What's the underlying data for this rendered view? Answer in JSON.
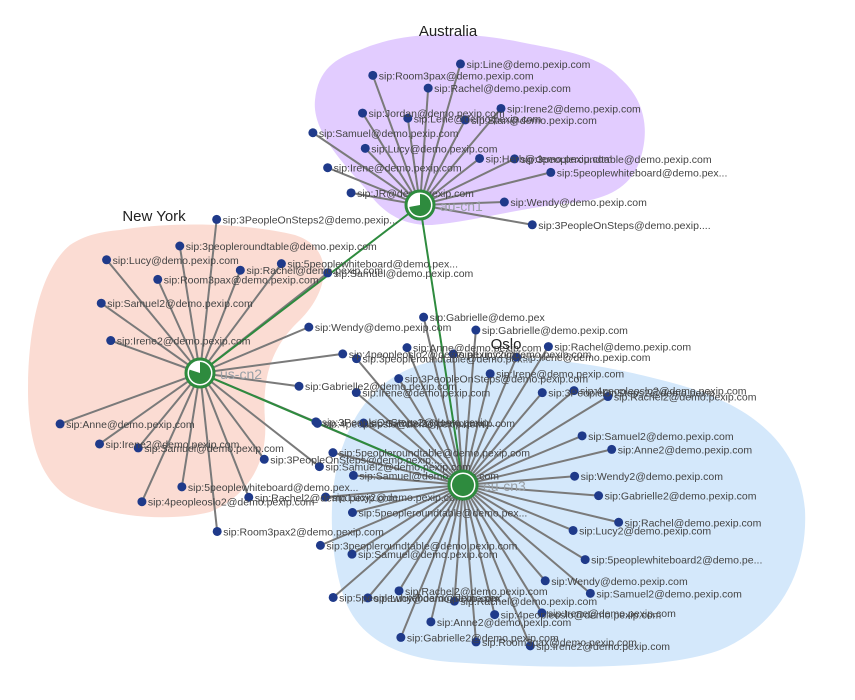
{
  "colors": {
    "leaf": "#1f3a8a",
    "edge": "#7a7a7a",
    "link": "#2e8b3e",
    "node_fill": "#2e8b3e",
    "australia_region": "#e2ccff",
    "newyork_region": "#fbdcd3",
    "oslo_region": "#d4e8fb"
  },
  "regions": [
    {
      "key": "australia",
      "title": "Australia",
      "node_label": "au-cn1",
      "leaves": [
        "sip:JR@demo.pexip.com",
        "sip:Irene@demo.pexip.com",
        "sip:Samuel@demo.pexip.com",
        "sip:Lucy@demo.pexip.com",
        "sip:Jordan@demo.pexip.com",
        "sip:Room3pax@demo.pexip.com",
        "sip:Lene@demo.pexip.com",
        "sip:Rachel@demo.pexip.com",
        "sip:Line@demo.pexip.com",
        "sip:Stan@demo.pexip.com",
        "sip:Irene2@demo.pexip.com",
        "sip:Herb@demo.pexip.com",
        "sip:3peopleroundtable@demo.pexip.com",
        "sip:5peoplewhiteboard@demo.pex...",
        "sip:Wendy@demo.pexip.com",
        "sip:3PeopleOnSteps@demo.pexip...."
      ]
    },
    {
      "key": "newyork",
      "title": "New York",
      "node_label": "us-cn2",
      "leaves": [
        "sip:Irene2@demo.pexip.com",
        "sip:Samuel2@demo.pexip.com",
        "sip:Lucy@demo.pexip.com",
        "sip:Room3pax@demo.pexip.com",
        "sip:3peopleroundtable@demo.pexip.com",
        "sip:3PeopleOnSteps2@demo.pexip...",
        "sip:Rachel@demo.pexip.com",
        "sip:5peoplewhiteboard@demo.pex...",
        "sip:Samuel@demo.pexip.com",
        "sip:Wendy@demo.pexip.com",
        "sip:4peopleoslo2@demo.pexip.com",
        "sip:Gabrielle2@demo.pexip.com",
        "sip:3PeopleOnSteps2@demo.pexip...",
        "sip:Samuel2@demo.pexip.com",
        "sip:3PeopleOnSteps@demo.pexip...",
        "sip:Rachel2@demo.pexip.com",
        "sip:Room3pax2@demo.pexip.com",
        "sip:5peoplewhiteboard@demo.pex...",
        "sip:4peopleoslo2@demo.pexip.com",
        "sip:Samuel@demo.pexip.com",
        "sip:Irene2@demo.pexip.com",
        "sip:Anne@demo.pexip.com"
      ]
    },
    {
      "key": "oslo",
      "title": "Oslo",
      "node_label": "eu-cn3",
      "leaves": [
        "sip:Samuel@demo.pexip.com",
        "sip:5peopleroundtable@demo.pexip.com",
        "sip:4peopleoslo@demo.pexip.com",
        "sip:Samuel2@demo.pexip.com",
        "sip:Irene@demo.pexip.com",
        "sip:3peopleroundtable@demo.pex...",
        "sip:3PeopleOnSteps@demo.pexip.com",
        "sip:Anne@demo.pexip.com",
        "sip:Gabrielle@demo.pex",
        "sip:Lucy2@demo.pexip.com",
        "sip:Gabrielle@demo.pexip.com",
        "sip:Irene@demo.pexip.com",
        "sip:Irene@demo.pexip.com",
        "sip:Rachel@demo.pexip.com",
        "sip:3PeopleOnSteps2@demo.pexip...",
        "sip:4peopleoslo2@demo.pexip.com",
        "sip:Rachel2@demo.pexip.com",
        "sip:Samuel2@demo.pexip.com",
        "sip:Anne2@demo.pexip.com",
        "sip:Wendy2@demo.pexip.com",
        "sip:Gabrielle2@demo.pexip.com",
        "sip:Rachel@demo.pexip.com",
        "sip:Lucy2@demo.pexip.com",
        "sip:5peoplewhiteboard2@demo.pe...",
        "sip:Samuel2@demo.pexip.com",
        "sip:Wendy@demo.pexip.com",
        "sip:Irene@demo.pexip.com",
        "sip:Irene2@demo.pexip.com",
        "sip:4peopleoslo@demo.pexip.com",
        "sip:Room3pax@demo.pexip.com",
        "sip:Rachel@demo.pexip.com",
        "sip:Anne2@demo.pexip.com",
        "sip:Gabrielle2@demo.pexip.com",
        "sip:Rachel2@demo.pexip.com",
        "sip:Lucy@demo.pexip.com",
        "sip:5peoplewhiteboard@demo.pex...",
        "sip:Samuel@demo.pexip.com",
        "sip:3peopleroundtable@demo.pexip.com",
        "sip:5peopleroundtable@demo.pex...",
        "sip:Lucy2@demo.pexip.com"
      ]
    }
  ]
}
